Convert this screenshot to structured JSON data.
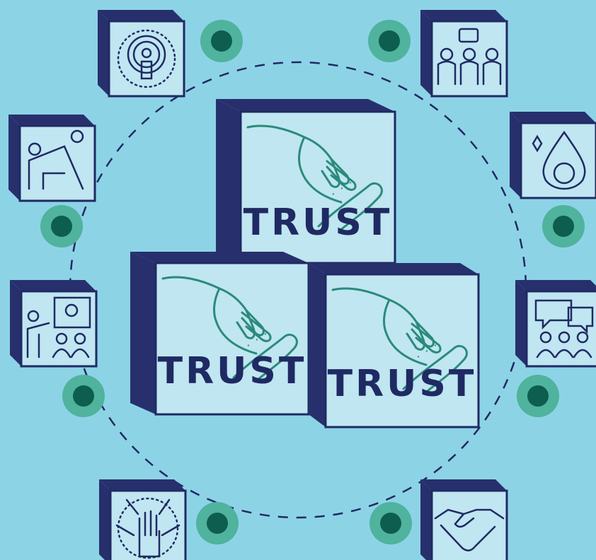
{
  "colors": {
    "background": "#8dd3e6",
    "block_face": "#c0e6f1",
    "block_side": "#27306d",
    "outline": "#1f2a63",
    "hand_stroke": "#2b8a7b",
    "node_outer": "#4fb39e",
    "node_inner": "#0d5e4f",
    "dash": "#1f2a63"
  },
  "center_blocks": [
    {
      "label": "TRUST"
    },
    {
      "label": "TRUST"
    },
    {
      "label": "TRUST"
    }
  ],
  "icon_blocks": [
    {
      "icon": "info-broadcast-icon"
    },
    {
      "icon": "community-group-speaking-icon"
    },
    {
      "icon": "helping-climb-icon"
    },
    {
      "icon": "water-drop-sparkle-icon"
    },
    {
      "icon": "presentation-idea-icon"
    },
    {
      "icon": "group-discussion-icon"
    },
    {
      "icon": "raised-hands-circle-icon"
    },
    {
      "icon": "handshake-icon"
    }
  ],
  "nodes": [
    {
      "name": "node-top-left"
    },
    {
      "name": "node-top-right"
    },
    {
      "name": "node-left-upper"
    },
    {
      "name": "node-right-upper"
    },
    {
      "name": "node-left-lower"
    },
    {
      "name": "node-right-lower"
    },
    {
      "name": "node-bottom-left"
    },
    {
      "name": "node-bottom-right"
    }
  ]
}
